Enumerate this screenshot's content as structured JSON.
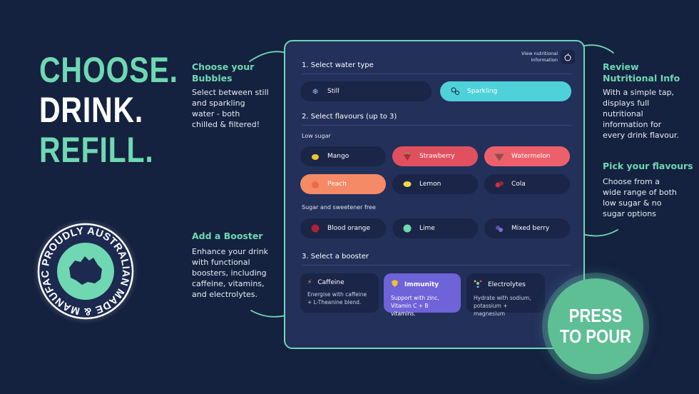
{
  "hero": {
    "line1": "CHOOSE.",
    "line2": "DRINK.",
    "line3": "REFILL."
  },
  "badge": {
    "text": "PROUDLY AUSTRALIAN MADE & MANUFACTURED"
  },
  "left_callouts": [
    {
      "heading": "Choose your",
      "heading2": "Bubbles",
      "body": [
        "Select between still",
        "and sparkling",
        "water - both",
        "chilled & filtered!"
      ]
    },
    {
      "heading": "Add a Booster",
      "body": [
        "Enhance your drink",
        "with functional",
        "boosters, including",
        "caffeine, vitamins,",
        "and electrolytes."
      ]
    }
  ],
  "right_callouts": [
    {
      "heading": "Review",
      "heading2": "Nutritional Info",
      "body": [
        "With a simple tap,",
        "displays full",
        "nutritional",
        "information for",
        "every drink flavour."
      ]
    },
    {
      "heading": "Pick your flavours",
      "body": [
        "Choose from a",
        "wide range of both",
        "low sugar & no",
        "sugar options"
      ]
    }
  ],
  "panel": {
    "nutrition_link": [
      "View nutritional",
      "information"
    ],
    "water_title": "1.  Select water type",
    "water_options": [
      {
        "label": "Still",
        "icon": "snowflake-icon"
      },
      {
        "label": "Sparkling",
        "icon": "bubbles-icon",
        "selected": true
      }
    ],
    "flavour_title": "2.  Select flavours (up to 3)",
    "low_sugar_label": "Low sugar",
    "low_sugar": [
      {
        "label": "Mango",
        "icon": "mango-icon"
      },
      {
        "label": "Strawberry",
        "icon": "strawberry-icon",
        "selected": true,
        "color": "#e0505f"
      },
      {
        "label": "Watermelon",
        "icon": "watermelon-icon",
        "selected": true,
        "color": "#ee5f6c"
      },
      {
        "label": "Peach",
        "icon": "peach-icon",
        "selected": true,
        "color": "#f48a66"
      },
      {
        "label": "Lemon",
        "icon": "lemon-icon"
      },
      {
        "label": "Cola",
        "icon": "cola-icon"
      }
    ],
    "sugar_free_label": "Sugar and sweetener free",
    "sugar_free": [
      {
        "label": "Blood orange",
        "icon": "blood-orange-icon"
      },
      {
        "label": "Lime",
        "icon": "lime-icon"
      },
      {
        "label": "Mixed berry",
        "icon": "mixed-berry-icon"
      }
    ],
    "booster_title": "3.  Select a booster",
    "boosters": [
      {
        "label": "Caffeine",
        "icon": "bolt-icon",
        "desc": [
          "Energise with caffeine",
          "+ L-Theanine blend."
        ]
      },
      {
        "label": "Immunity",
        "icon": "shield-icon",
        "selected": true,
        "desc": [
          "Support with zinc,",
          "Vitamin C + B vitamins."
        ]
      },
      {
        "label": "Electrolytes",
        "icon": "electrolytes-icon",
        "desc": [
          "Hydrate with sodium,",
          "potassium + magnesium"
        ]
      }
    ]
  },
  "press": {
    "line1": "PRESS",
    "line2": "TO POUR"
  },
  "colors": {
    "background": "#14213f",
    "accent": "#6fd8b2",
    "panel": "#23305a",
    "sparkling": "#4fd1d9",
    "immunity": "#6e63d8"
  }
}
